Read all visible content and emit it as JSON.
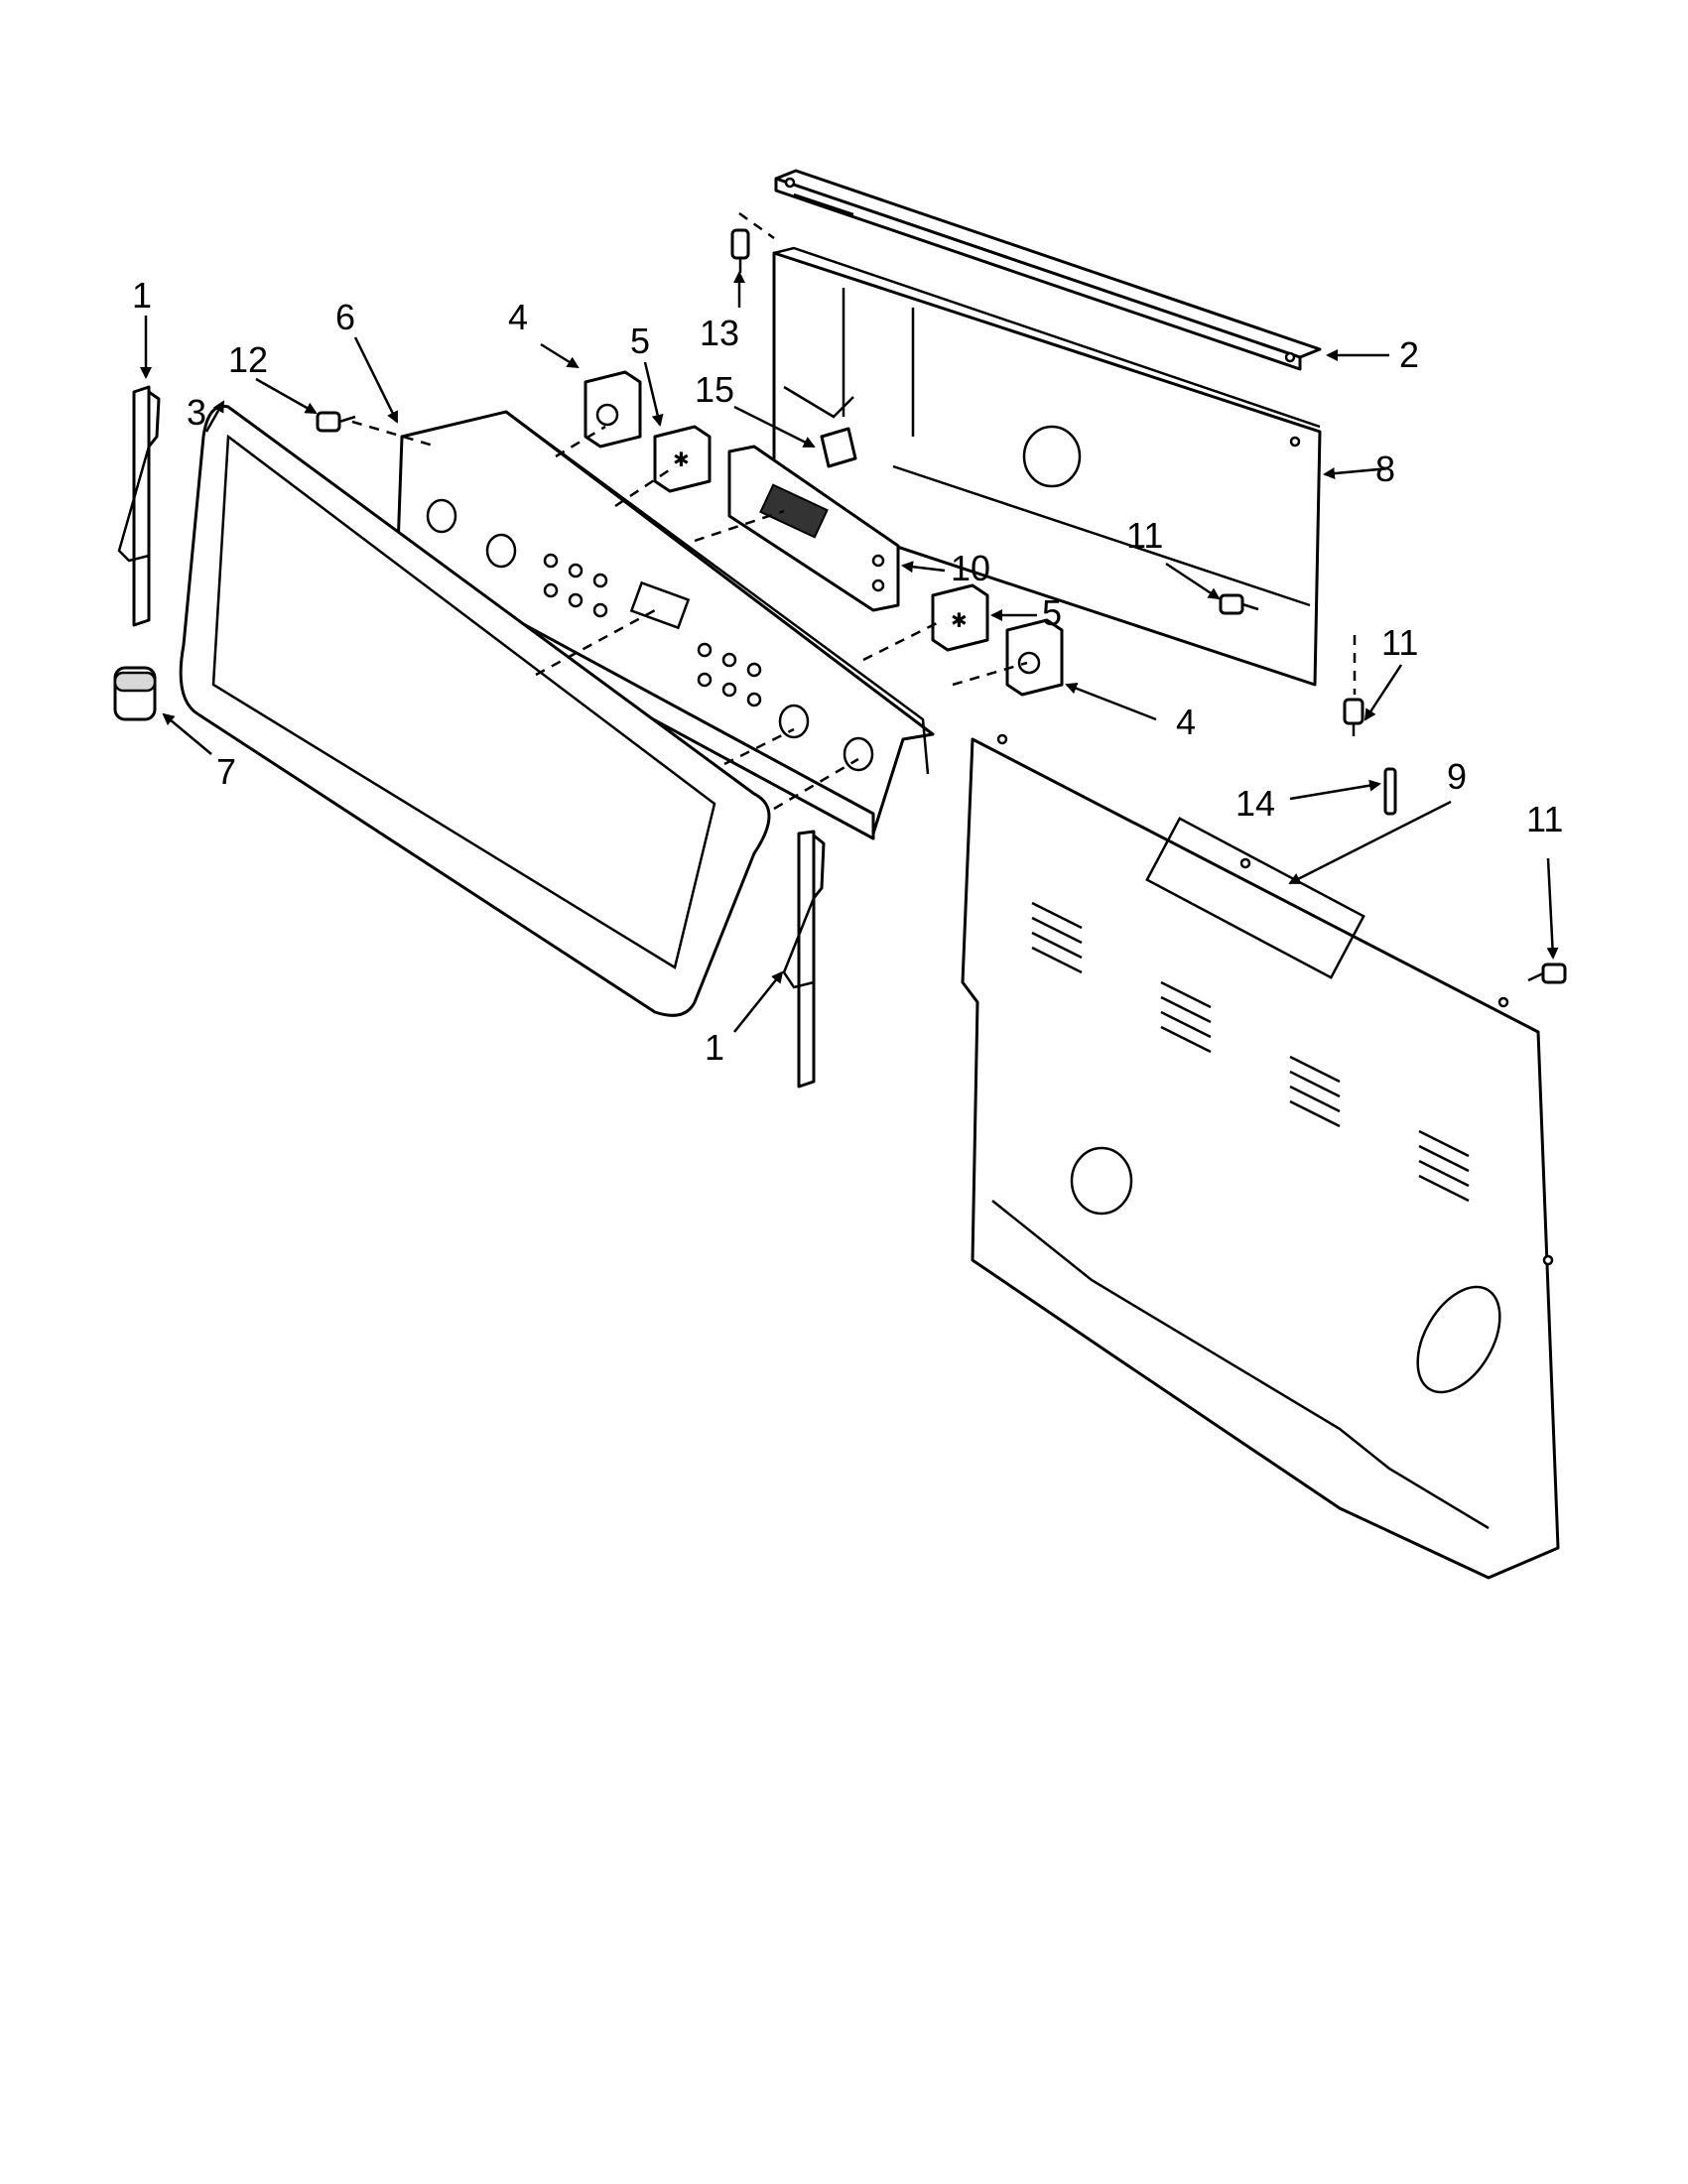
{
  "callouts": {
    "c1a": "1",
    "c1b": "1",
    "c2": "2",
    "c3": "3",
    "c4a": "4",
    "c4b": "4",
    "c5a": "5",
    "c5b": "5",
    "c6": "6",
    "c7": "7",
    "c8": "8",
    "c9": "9",
    "c10": "10",
    "c11a": "11",
    "c11b": "11",
    "c11c": "11",
    "c12": "12",
    "c13": "13",
    "c14": "14",
    "c15": "15"
  }
}
